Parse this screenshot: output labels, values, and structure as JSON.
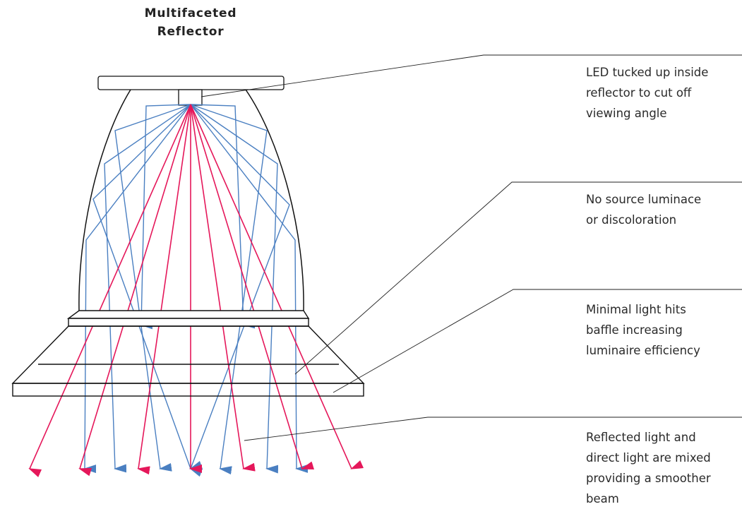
{
  "title": {
    "line1": "Multifaceted",
    "line2": "Reflector"
  },
  "callouts": [
    {
      "lines": [
        "LED tucked up inside",
        "reflector to cut off",
        "viewing angle"
      ]
    },
    {
      "lines": [
        "No source luminace",
        "or discoloration"
      ]
    },
    {
      "lines": [
        "Minimal light hits",
        "baffle increasing",
        "luminaire efficiency"
      ]
    },
    {
      "lines": [
        "Reflected light and",
        "direct light are mixed",
        "providing a smoother",
        "beam"
      ]
    }
  ],
  "colors": {
    "reflected_ray": "#4a7fc1",
    "direct_ray": "#e5175a",
    "outline": "#111111",
    "leader_line": "#222222"
  }
}
